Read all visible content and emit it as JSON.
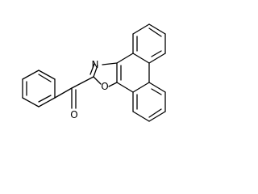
{
  "molecule": {
    "atoms": {
      "nitrogen": "N",
      "oxygen_ring": "O",
      "oxygen_carbonyl": "O"
    }
  }
}
